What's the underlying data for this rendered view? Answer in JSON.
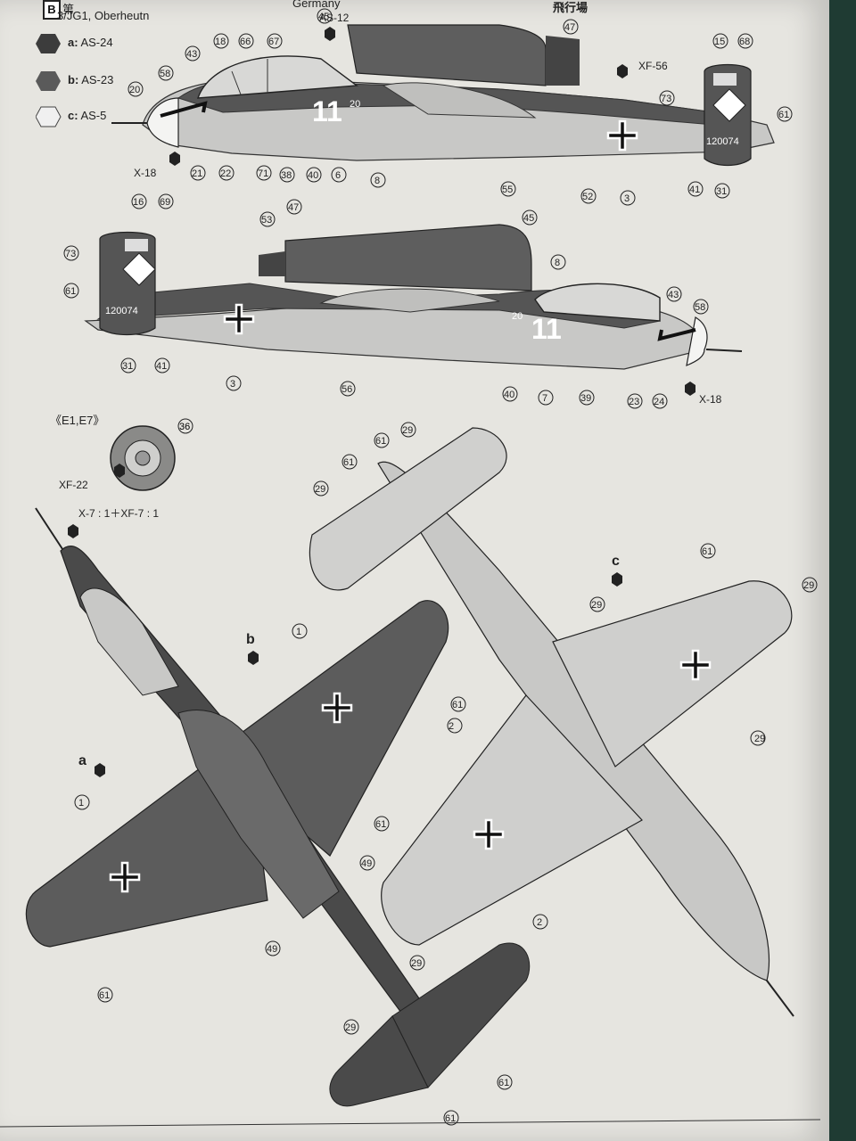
{
  "header": {
    "badge": "B",
    "line1_left": "第",
    "unit": "3/JG1, Oberheutn",
    "line1_mid": "Germany",
    "line1_right": "飛行場"
  },
  "legend": [
    {
      "key": "a:",
      "code": "AS-24",
      "color": "#3c3c3c"
    },
    {
      "key": "b:",
      "code": "AS-23",
      "color": "#5a5a5a"
    },
    {
      "key": "c:",
      "code": "AS-5",
      "color": "#dcdcdc"
    }
  ],
  "aircraft": {
    "code_number": "11",
    "small_number": "20",
    "serial": "120074"
  },
  "side_view_1": {
    "paint_labels": [
      "AS-12",
      "XF-56",
      "X-18"
    ],
    "callouts": [
      "45",
      "47",
      "18",
      "66",
      "67",
      "15",
      "68",
      "43",
      "58",
      "73",
      "20",
      "61",
      "21",
      "22",
      "71",
      "38",
      "40",
      "6",
      "8",
      "55",
      "52",
      "3",
      "41",
      "31"
    ]
  },
  "side_view_2": {
    "paint_labels": [
      "X-18"
    ],
    "callouts": [
      "16",
      "69",
      "53",
      "47",
      "45",
      "73",
      "61",
      "8",
      "43",
      "58",
      "31",
      "41",
      "3",
      "56",
      "40",
      "7",
      "39",
      "23",
      "24"
    ]
  },
  "wheel": {
    "title": "《E1,E7》",
    "callout": "36",
    "paint_label": "XF-22"
  },
  "top_view": {
    "mix_label": "X-7 : 1＋XF-7 : 1",
    "key_a": "a",
    "key_b": "b",
    "callouts": [
      "1",
      "1",
      "61",
      "49",
      "49",
      "61",
      "29",
      "61",
      "61"
    ]
  },
  "bottom_view": {
    "key_c": "c",
    "callouts": [
      "61",
      "29",
      "61",
      "29",
      "61",
      "29",
      "29",
      "2",
      "29",
      "61",
      "2",
      "29"
    ]
  },
  "colors": {
    "dark": "#4a4a4a",
    "mid": "#6a6a6a",
    "light": "#c8c8c6",
    "paper": "#e6e5e0"
  }
}
